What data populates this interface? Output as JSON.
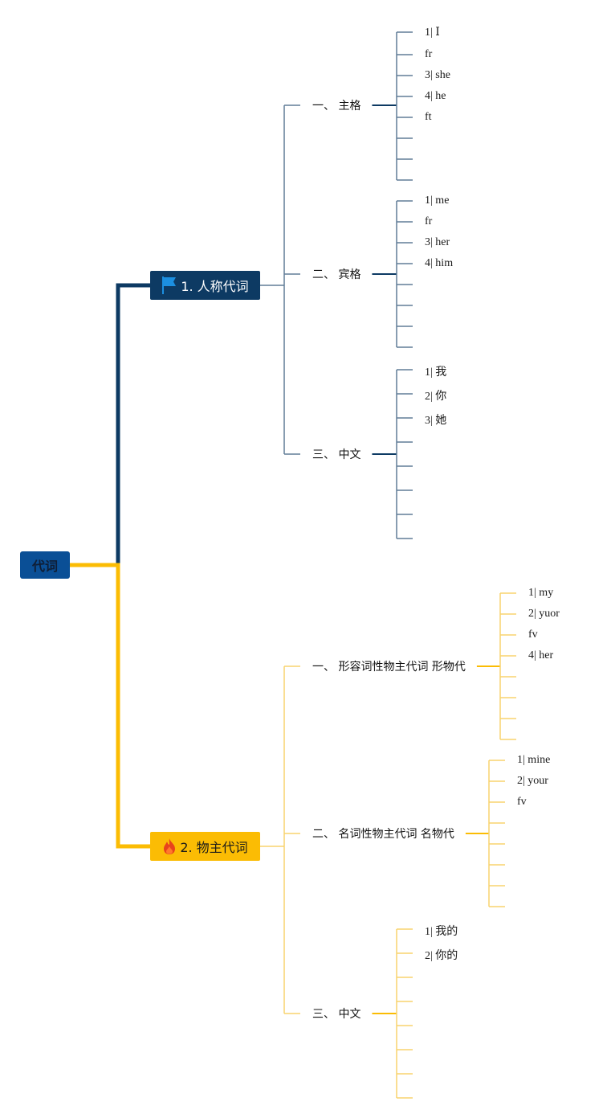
{
  "root": {
    "label": "代词",
    "fill": "#0a4f96"
  },
  "branches": [
    {
      "label": "1. 人称代词",
      "icon": "flag-icon",
      "fill": "#0d3a63",
      "text_color": "#ffffff",
      "line_color": "#0d3a63",
      "thin_color": "#607d97",
      "children": [
        {
          "label": "一、 主格",
          "items": [
            "1| Ⅰ",
            "fr",
            "3| she",
            "4| he",
            "ft",
            "",
            "",
            ""
          ]
        },
        {
          "label": "二、 宾格",
          "items": [
            "1| me",
            "fr",
            "3| her",
            "4| him",
            "",
            "",
            "",
            ""
          ]
        },
        {
          "label": "三、 中文",
          "items": [
            "1| 我",
            "2| 你",
            "3| 她",
            "",
            "",
            "",
            "",
            ""
          ]
        }
      ]
    },
    {
      "label": "2. 物主代词",
      "icon": "fire-icon",
      "fill": "#fbbc04",
      "text_color": "#1a1a1a",
      "line_color": "#fbbc04",
      "thin_color": "#f8d46e",
      "children": [
        {
          "label": "一、 形容词性物主代词 形物代",
          "items": [
            "1| my",
            "2| yuor",
            "fv",
            "4| her",
            "",
            "",
            "",
            ""
          ]
        },
        {
          "label": "二、 名词性物主代词 名物代",
          "items": [
            "1| mine",
            "2| your",
            "fv",
            "",
            "",
            "",
            "",
            ""
          ]
        },
        {
          "label": "三、 中文",
          "items": [
            "1| 我的",
            "2| 你的",
            "",
            "",
            "",
            "",
            "",
            ""
          ]
        }
      ]
    }
  ]
}
